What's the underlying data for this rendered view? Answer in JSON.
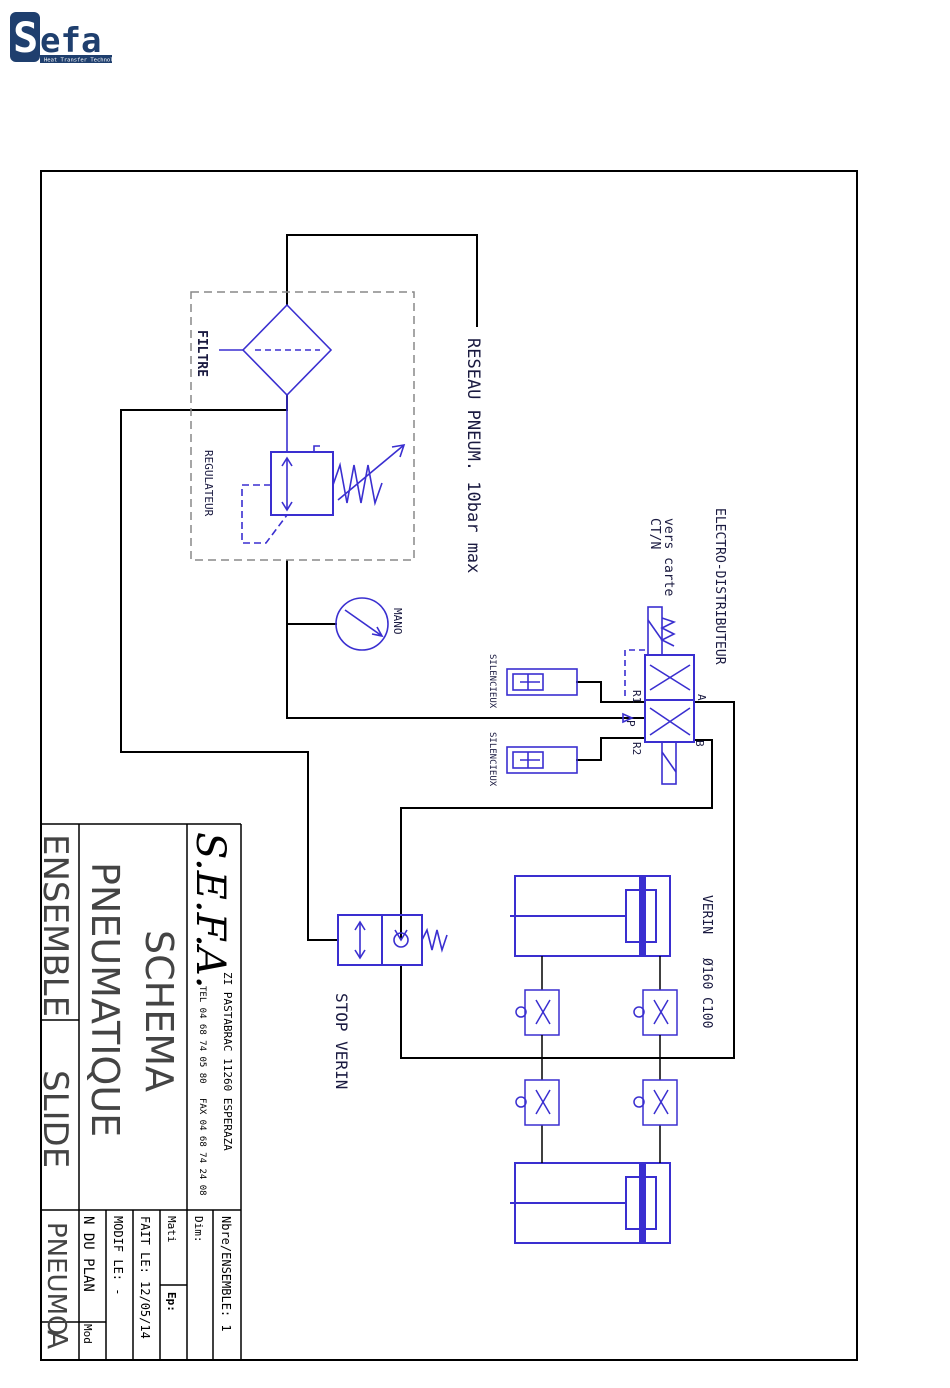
{
  "logo": {
    "text": "Sefa",
    "tagline": "Heat Transfer Technologies",
    "color": "#1f3f6e"
  },
  "labels": {
    "filtre": "FILTRE",
    "regulateur": "REGULATEUR",
    "reseau": "RESEAU PNEUM. 10bar max",
    "mano": "MANO",
    "electro": "ELECTRO-DISTRIBUTEUR",
    "vers_carte": "vers carte",
    "ctn": "CT/N",
    "silencieux1": "SILENCIEUX",
    "silencieux2": "SILENCIEUX",
    "port_a": "A",
    "port_b": "B",
    "port_r1": "R1",
    "port_p": "P",
    "port_r2": "R2",
    "verin": "VERIN",
    "verin_size": "Ø160 C100",
    "stop_verin": "STOP VERIN"
  },
  "title_block": {
    "company": "S.E.F.A.",
    "address": "ZI PASTABRAC 11260 ESPERAZA",
    "tel": "TEL 04 68 74 05 80",
    "fax": "FAX 04 68 74 24 08",
    "title1": "SCHEMA",
    "title2": "PNEUMATIQUE",
    "ensemble": "ENSEMBLE",
    "slide": "SLIDE",
    "nbre": "Nbre/ENSEMBLE: 1",
    "dim": "Dim:",
    "mati": "Mati",
    "ep": "Ep:",
    "fait_le": "FAIT LE: 12/05/14",
    "modif_le": "MODIF LE: -",
    "n_du_plan": "N DU PLAN",
    "mod": "Mod",
    "pneumo": "PNEUMO",
    "rev": "A"
  },
  "colors": {
    "circuit": "#3a2fd0",
    "frame": "#000000",
    "dash": "#888888",
    "text": "#1a1a40"
  }
}
